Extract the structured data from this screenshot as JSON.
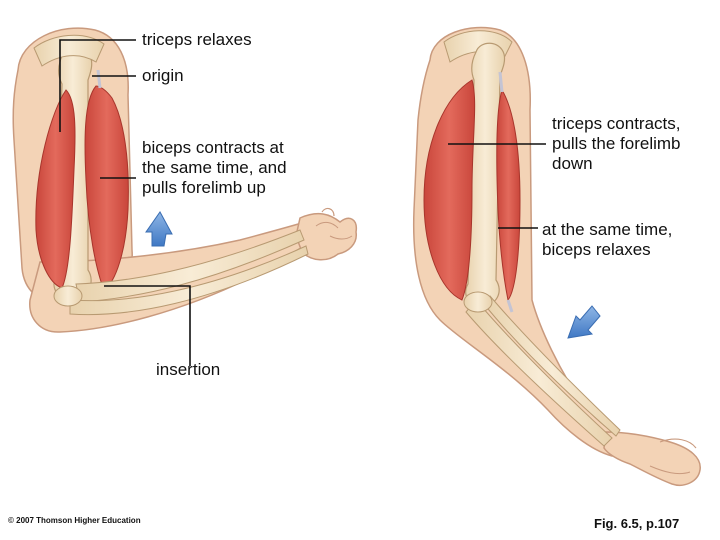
{
  "labels": {
    "triceps_relaxes": "triceps relaxes",
    "origin": "origin",
    "biceps_contracts": [
      "biceps contracts at",
      "the same time, and",
      "pulls forelimb up"
    ],
    "triceps_contracts": [
      "triceps contracts,",
      "pulls the forelimb",
      "down"
    ],
    "biceps_relaxes": [
      "at the same time,",
      "biceps relaxes"
    ],
    "insertion": "insertion"
  },
  "copyright": "© 2007 Thomson Higher Education",
  "figure_ref": "Fig. 6.5, p.107",
  "colors": {
    "skin": "#f3d3b6",
    "skin_outline": "#c99a7e",
    "bone": "#f1e1c4",
    "muscle": "#d9584c",
    "muscle_dark": "#b83a31",
    "arrow": "#5b8fd0",
    "leader": "#111111"
  }
}
